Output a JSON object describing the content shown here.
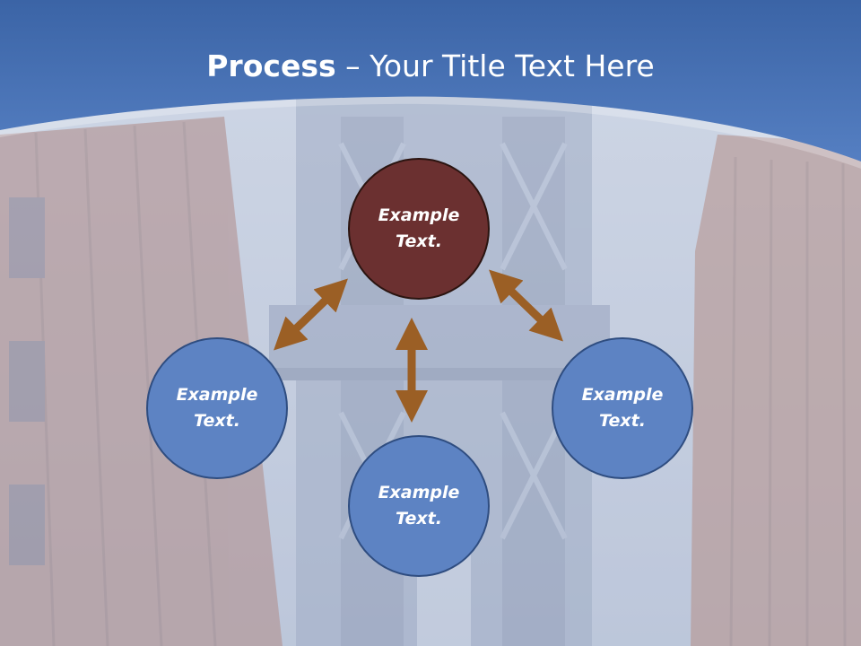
{
  "slide": {
    "title_bold": "Process",
    "title_rest": " – Your Title Text Here"
  },
  "nodes": [
    {
      "id": "top",
      "label": "Example Text.",
      "color": "#6b3030"
    },
    {
      "id": "left",
      "label": "Example Text.",
      "color": "#5d83c3"
    },
    {
      "id": "bottom",
      "label": "Example Text.",
      "color": "#5d83c3"
    },
    {
      "id": "right",
      "label": "Example Text.",
      "color": "#5d83c3"
    }
  ],
  "colors": {
    "header": "#4a78bf",
    "arrow": "#9b5f25",
    "background_wash": "#c2cde2"
  }
}
